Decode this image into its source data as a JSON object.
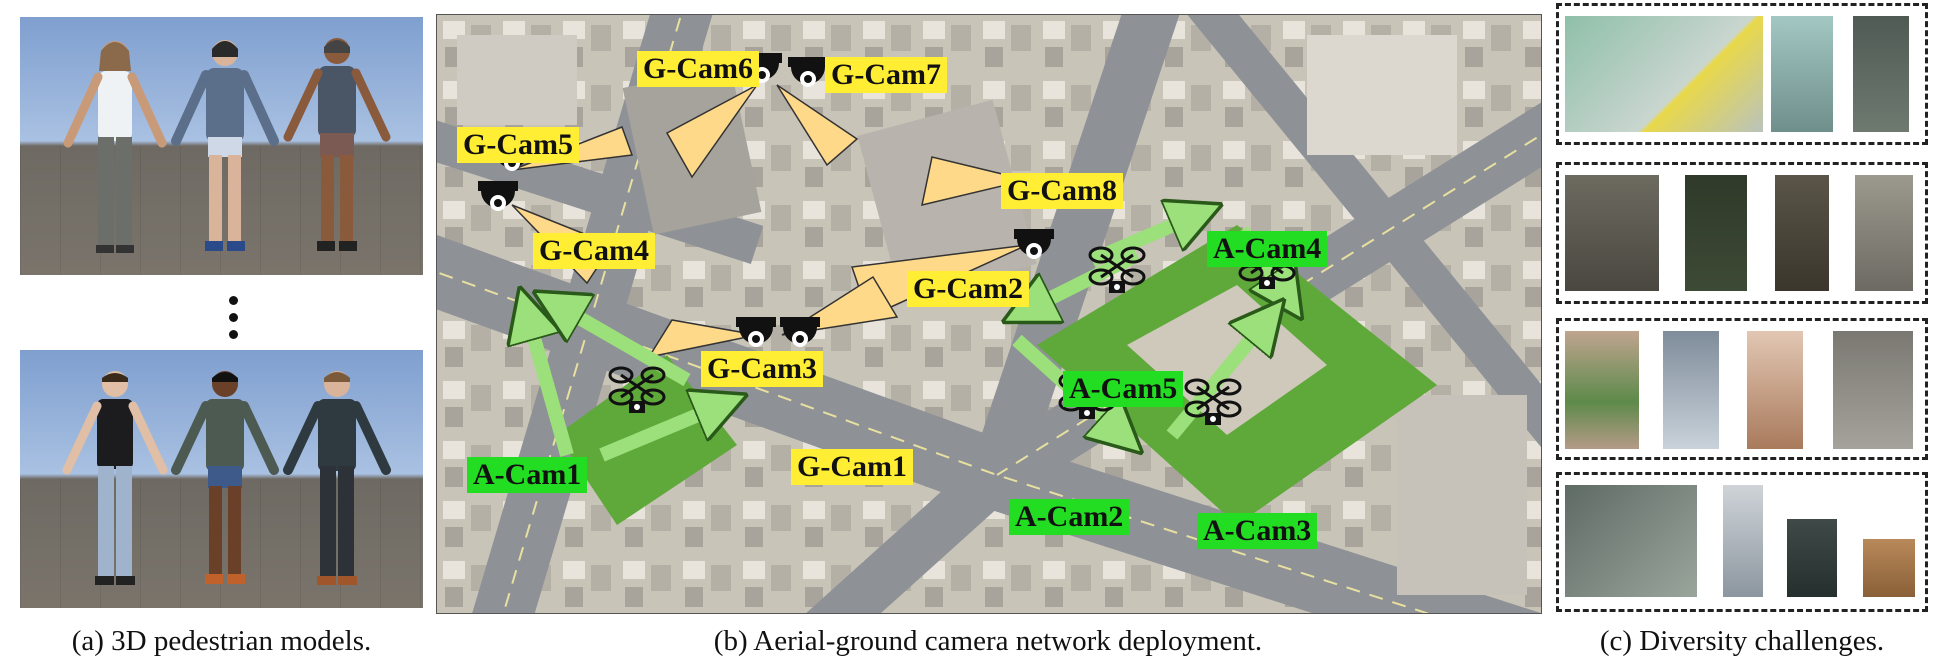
{
  "captions": {
    "a": "(a) 3D pedestrian models.",
    "b": "(b) Aerial-ground camera network deployment.",
    "c": "(c) Diversity challenges."
  },
  "ground_cameras": [
    {
      "id": "g1",
      "label": "G-Cam1"
    },
    {
      "id": "g2",
      "label": "G-Cam2"
    },
    {
      "id": "g3",
      "label": "G-Cam3"
    },
    {
      "id": "g4",
      "label": "G-Cam4"
    },
    {
      "id": "g5",
      "label": "G-Cam5"
    },
    {
      "id": "g6",
      "label": "G-Cam6"
    },
    {
      "id": "g7",
      "label": "G-Cam7"
    },
    {
      "id": "g8",
      "label": "G-Cam8"
    }
  ],
  "aerial_cameras": [
    {
      "id": "a1",
      "label": "A-Cam1"
    },
    {
      "id": "a2",
      "label": "A-Cam2"
    },
    {
      "id": "a3",
      "label": "A-Cam3"
    },
    {
      "id": "a4",
      "label": "A-Cam4"
    },
    {
      "id": "a5",
      "label": "A-Cam5"
    }
  ],
  "colors": {
    "ground_label_bg": "#ffee33",
    "aerial_label_bg": "#22dd22",
    "fov_cone": "#ffd98a",
    "flight_arrow": "#9be07a",
    "map_road": "#8e9196",
    "map_roof": "#d8d3c8",
    "map_green": "#5fa83a"
  },
  "icons": {
    "ground_camera": "dome-camera-icon",
    "aerial_camera": "drone-icon"
  }
}
